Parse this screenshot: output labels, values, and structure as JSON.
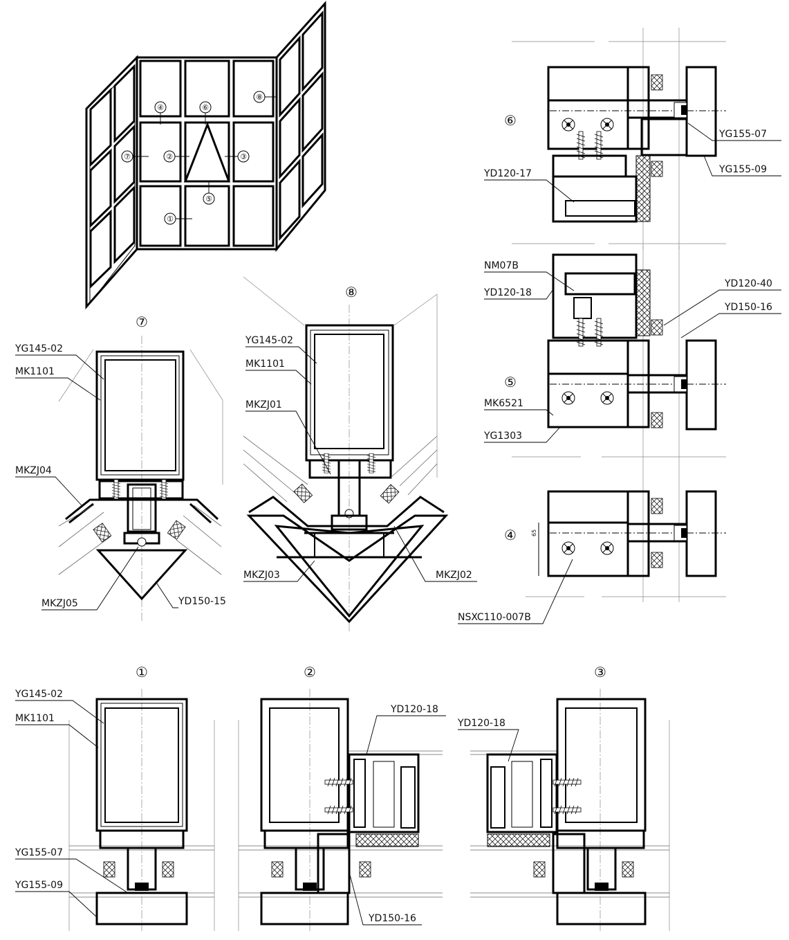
{
  "elevation": {
    "markers": [
      "①",
      "②",
      "③",
      "④",
      "⑤",
      "⑥",
      "⑦",
      "⑧"
    ]
  },
  "sections": {
    "s7": {
      "title": "⑦",
      "labels": [
        "YG145-02",
        "MK1101",
        "MKZJ04",
        "MKZJ05",
        "YD150-15"
      ]
    },
    "s8": {
      "title": "⑧",
      "labels": [
        "YG145-02",
        "MK1101",
        "MKZJ01",
        "MKZJ03",
        "MKZJ02"
      ]
    },
    "s6": {
      "title": "⑥",
      "labels": [
        "YG155-07",
        "YG155-09",
        "YD120-17"
      ]
    },
    "s5": {
      "title": "⑤",
      "labels": [
        "NM07B",
        "YD120-18",
        "YD120-40",
        "YD150-16",
        "MK6521",
        "YG1303"
      ]
    },
    "s4": {
      "title": "④",
      "labels": [
        "NSXC110-007B"
      ],
      "dim": "65"
    },
    "s1": {
      "title": "①",
      "labels": [
        "YG145-02",
        "MK1101",
        "YG155-07",
        "YG155-09"
      ]
    },
    "s2": {
      "title": "②",
      "labels": [
        "YD120-18",
        "YD150-16"
      ]
    },
    "s3": {
      "title": "③",
      "labels": [
        "YD120-18"
      ]
    }
  }
}
